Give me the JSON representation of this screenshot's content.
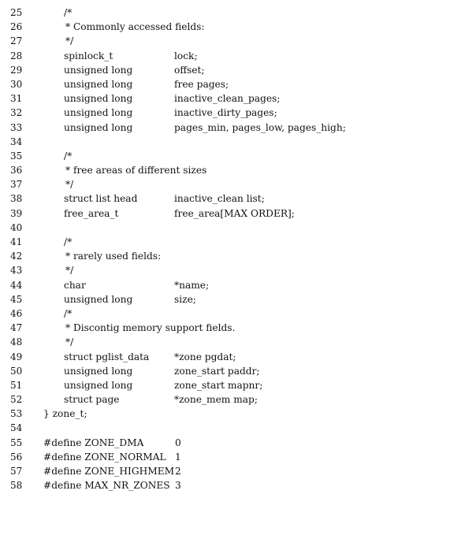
{
  "lines": [
    {
      "n": "25",
      "code": "/*"
    },
    {
      "n": "26",
      "code": "* Commonly accessed fields:"
    },
    {
      "n": "27",
      "code": "*/"
    },
    {
      "n": "28",
      "type": "spinlock_t",
      "name": "lock;"
    },
    {
      "n": "29",
      "type": "unsigned long",
      "name": "offset;"
    },
    {
      "n": "30",
      "type": "unsigned long",
      "name": "free pages;"
    },
    {
      "n": "31",
      "type": "unsigned long",
      "name": "inactive_clean_pages;"
    },
    {
      "n": "32",
      "type": "unsigned long",
      "name": "inactive_dirty_pages;"
    },
    {
      "n": "33",
      "type": "unsigned long",
      "name": "pages_min, pages_low, pages_high;"
    },
    {
      "n": "34"
    },
    {
      "n": "35",
      "code": "/*"
    },
    {
      "n": "36",
      "code": "* free areas of different sizes"
    },
    {
      "n": "37",
      "code": "*/"
    },
    {
      "n": "38",
      "type": "struct list head",
      "name": "inactive_clean list;"
    },
    {
      "n": "39",
      "type": "free_area_t",
      "name": "free_area[MAX ORDER];"
    },
    {
      "n": "40"
    },
    {
      "n": "41",
      "code": "/*"
    },
    {
      "n": "42",
      "code": "* rarely used fields:"
    },
    {
      "n": "43",
      "code": "*/"
    },
    {
      "n": "44",
      "type": "char",
      "name": "*name;"
    },
    {
      "n": "45",
      "type": "unsigned long",
      "name": "size;"
    },
    {
      "n": "46",
      "code": "/*"
    },
    {
      "n": "47",
      "code": "* Discontig memory support fields."
    },
    {
      "n": "48",
      "code": "*/"
    },
    {
      "n": "49",
      "type": "struct pglist_data",
      "name": "*zone pgdat;"
    },
    {
      "n": "50",
      "type": "unsigned long",
      "name": "zone_start paddr;"
    },
    {
      "n": "51",
      "type": "unsigned long",
      "name": "zone_start mapnr;"
    },
    {
      "n": "52",
      "type": "struct page",
      "name": "*zone_mem map;"
    },
    {
      "n": "53",
      "code": "} zone_t;"
    },
    {
      "n": "54"
    },
    {
      "n": "55",
      "define": "#define ZONE_DMA",
      "value": "0"
    },
    {
      "n": "56",
      "define": "#define ZONE_NORMAL",
      "value": "1"
    },
    {
      "n": "57",
      "define": "#define ZONE_HIGHMEM",
      "value": "2"
    },
    {
      "n": "58",
      "define": "#define MAX_NR_ZONES",
      "value": "3"
    }
  ]
}
